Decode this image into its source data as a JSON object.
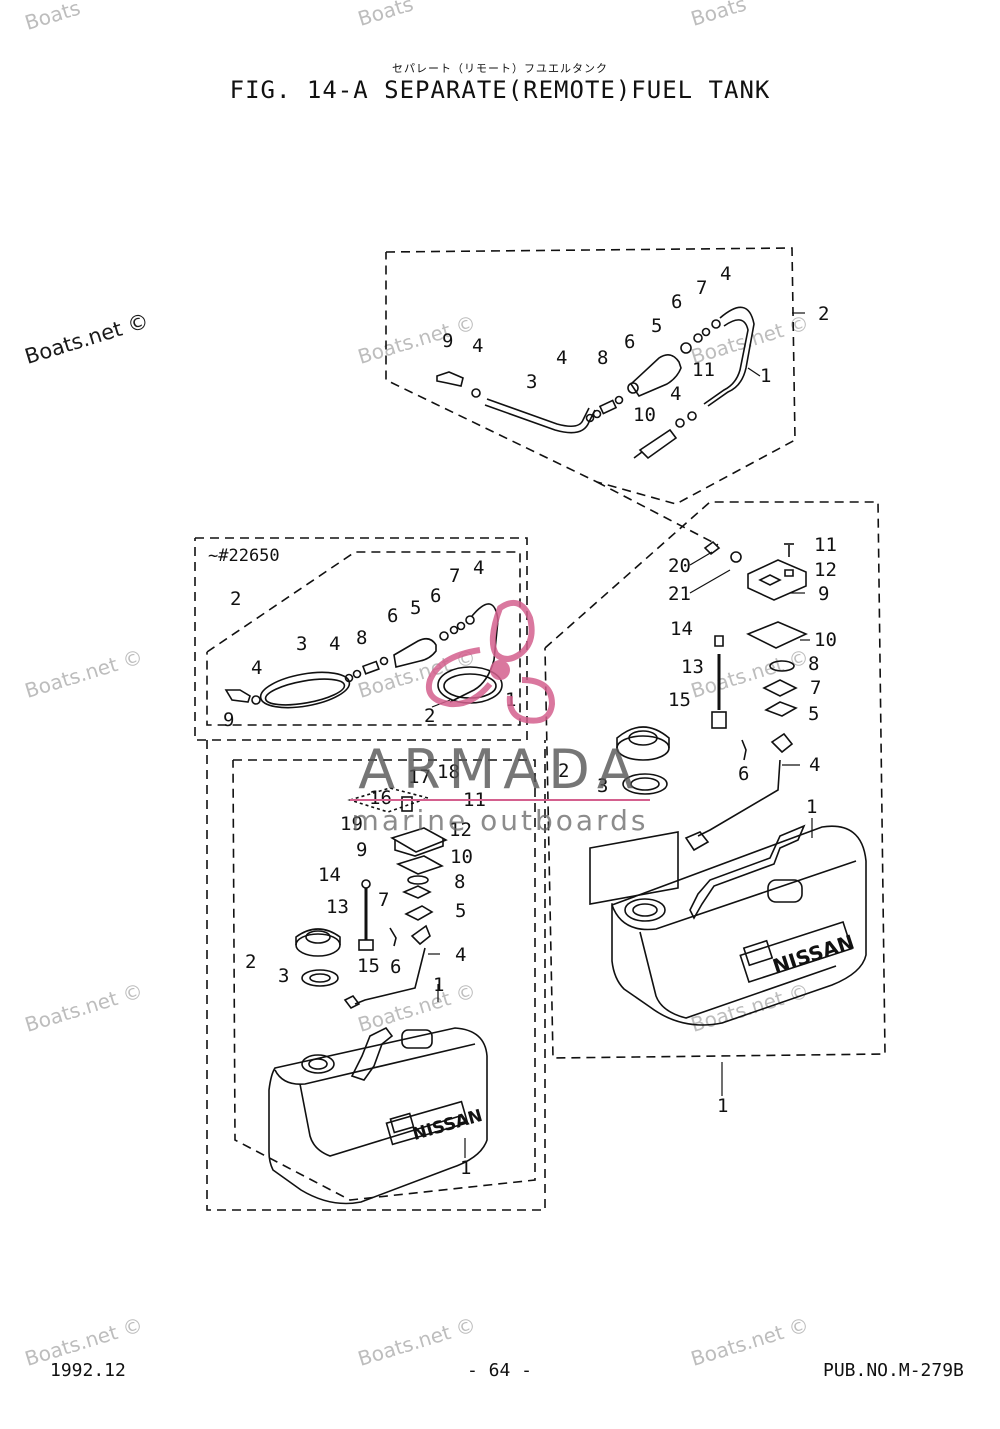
{
  "header": {
    "jp_title": "セパレート（リモート）フユエルタンク",
    "title": "FIG. 14-A SEPARATE(REMOTE)FUEL TANK"
  },
  "footer": {
    "date": "1992.12",
    "page": "- 64 -",
    "pub_no": "PUB.NO.M-279B"
  },
  "watermark": {
    "text": "Boats.net ©",
    "header_partial": "Boats"
  },
  "armada_logo": {
    "name": "ARMADA",
    "tagline": "marine outboards",
    "color": "#d4608e"
  },
  "diagram": {
    "tank_brand": "NISSAN",
    "serial_note": "~#22650",
    "top_hose_labels": [
      "9",
      "4",
      "3",
      "4",
      "8",
      "6",
      "5",
      "6",
      "7",
      "4",
      "2",
      "11",
      "1",
      "4",
      "10"
    ],
    "right_tank_labels": [
      "20",
      "21",
      "11",
      "12",
      "9",
      "14",
      "10",
      "13",
      "8",
      "15",
      "7",
      "5",
      "2",
      "3",
      "6",
      "4",
      "1",
      "1"
    ],
    "inset_hose_labels": [
      "2",
      "3",
      "4",
      "8",
      "6",
      "5",
      "6",
      "7",
      "4",
      "4",
      "9",
      "2",
      "1"
    ],
    "left_tank_labels": [
      "17",
      "18",
      "16",
      "11",
      "19",
      "12",
      "9",
      "10",
      "14",
      "8",
      "13",
      "7",
      "5",
      "2",
      "3",
      "15",
      "6",
      "4",
      "1",
      "1"
    ]
  },
  "colors": {
    "line": "#111111",
    "watermark": "#bdbdbd",
    "logo": "#d4608e"
  }
}
